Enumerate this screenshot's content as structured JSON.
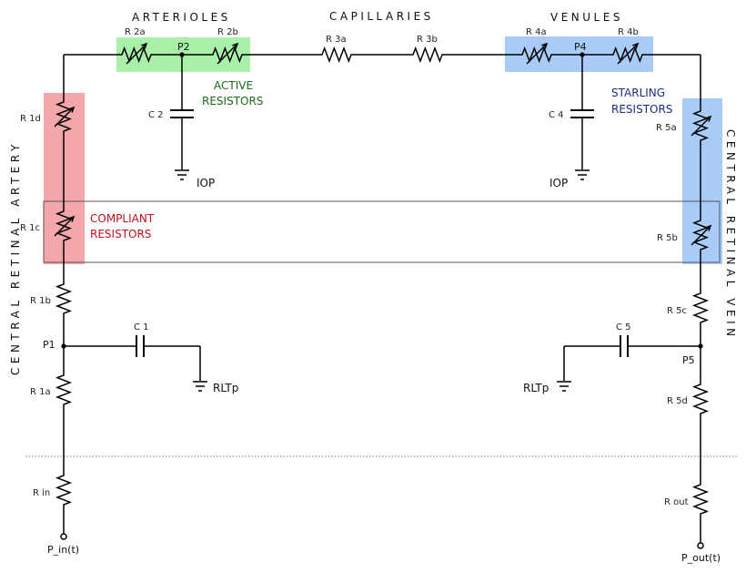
{
  "sections": {
    "arterioles": "ARTERIOLES",
    "capillaries": "CAPILLARIES",
    "venules": "VENULES",
    "artery": "CENTRAL RETINAL ARTERY",
    "vein": "CENTRAL RETINAL VEIN"
  },
  "notes": {
    "active": [
      "ACTIVE",
      "RESISTORS"
    ],
    "starling": [
      "STARLING",
      "RESISTORS"
    ],
    "compliant": [
      "COMPLIANT",
      "RESISTORS"
    ]
  },
  "resistors": {
    "r1d": "R 1d",
    "r1c": "R 1c",
    "r1b": "R 1b",
    "r1a": "R 1a",
    "rin": "R in",
    "r2a": "R 2a",
    "r2b": "R 2b",
    "r3a": "R 3a",
    "r3b": "R 3b",
    "r4a": "R 4a",
    "r4b": "R 4b",
    "r5a": "R 5a",
    "r5b": "R 5b",
    "r5c": "R 5c",
    "r5d": "R 5d",
    "rout": "R out"
  },
  "capacitors": {
    "c1": "C 1",
    "c2": "C 2",
    "c4": "C 4",
    "c5": "C 5"
  },
  "nodes": {
    "p1": "P1",
    "p2": "P2",
    "p4": "P4",
    "p5": "P5"
  },
  "grounds": {
    "iop_left": "IOP",
    "iop_right": "IOP",
    "rltp_left": "RLTp",
    "rltp_right": "RLTp"
  },
  "terminals": {
    "pin": "P_in(t)",
    "pout": "P_out(t)"
  },
  "colors": {
    "red_zone": "#f4a6ab",
    "green_zone": "#a9f0a9",
    "blue_zone": "#a8ccf7",
    "active_text": "#1a6b1a",
    "starling_text": "#1a2d8a",
    "compliant_text": "#c0101c"
  }
}
